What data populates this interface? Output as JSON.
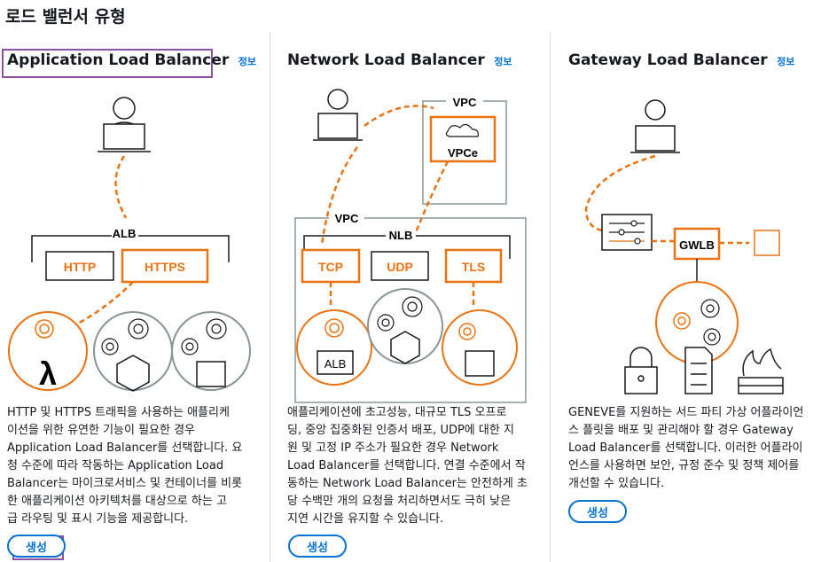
{
  "page": {
    "title": "로드 밸런서 유형"
  },
  "cards": [
    {
      "title": "Application Load Balancer",
      "info": "정보",
      "create_label": "생성",
      "diagram": {
        "group": "ALB",
        "listeners": [
          "HTTP",
          "HTTPS"
        ]
      },
      "description": [
        "HTTP 및 HTTPS 트래픽을 사용하는 애플리케",
        "이션을 위한 유연한 기능이 필요한 경우",
        "Application Load Balancer를 선택합니다. 요",
        "청 수준에 따라 작동하는 Application Load",
        "Balancer는 마이크로서비스 및 컨테이너를 비롯",
        "한 애플리케이션 아키텍처를 대상으로 하는 고",
        "급 라우팅 및 표시 기능을 제공합니다."
      ]
    },
    {
      "title": "Network Load Balancer",
      "info": "정보",
      "create_label": "생성",
      "diagram": {
        "vpc_label": "VPC",
        "endpoint": "VPCe",
        "group": "NLB",
        "listeners": [
          "TCP",
          "UDP",
          "TLS"
        ],
        "target": "ALB"
      },
      "description": [
        "애플리케이션에 초고성능, 대규모 TLS 오프로",
        "딩, 중앙 집중화된 인증서 배포, UDP에 대한 지",
        "원 및 고정 IP 주소가 필요한 경우 Network",
        "Load Balancer를 선택합니다. 연결 수준에서 작",
        "동하는 Network Load Balancer는 안전하게 초",
        "당 수백만 개의 요청을 처리하면서도 극히 낮은",
        "지연 시간을 유지할 수 있습니다."
      ]
    },
    {
      "title": "Gateway Load Balancer",
      "info": "정보",
      "create_label": "생성",
      "diagram": {
        "group": "GWLB"
      },
      "description": [
        "GENEVE를 지원하는 서드 파티 가상 어플라이언",
        "스 플릿을 배포 및 관리해야 할 경우 Gateway",
        "Load Balancer를 선택합니다. 이러한 어플라이",
        "언스를 사용하면 보안, 규정 준수 및 정책 제어를",
        "개선할 수 있습니다."
      ]
    }
  ],
  "colors": {
    "accent": "#ec7211",
    "link": "#0972d3",
    "gray": "#879596",
    "focus": "#8c4fa3"
  }
}
